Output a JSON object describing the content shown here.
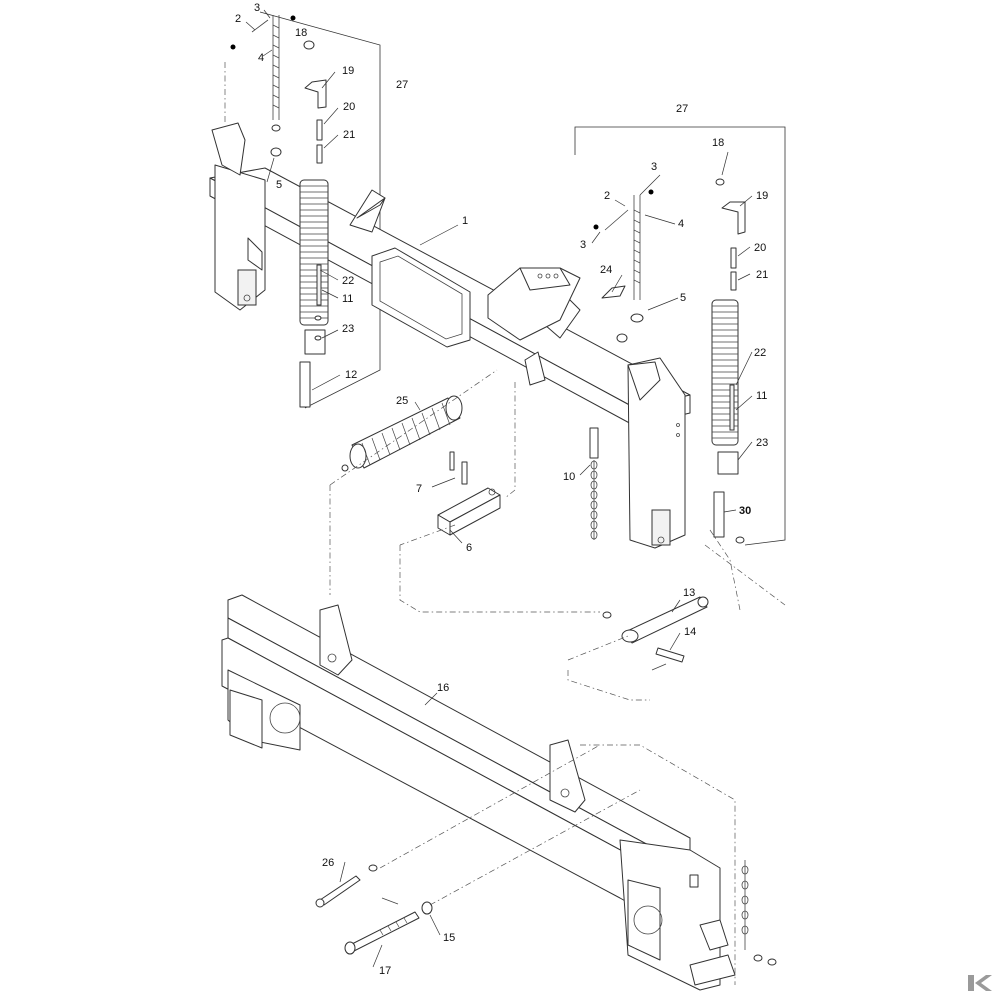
{
  "callouts": {
    "c1": "1",
    "c2a": "2",
    "c2b": "2",
    "c3a": "3",
    "c3b": "3",
    "c3c": "3",
    "c4a": "4",
    "c4b": "4",
    "c5a": "5",
    "c5b": "5",
    "c6": "6",
    "c7": "7",
    "c10": "10",
    "c11a": "11",
    "c11b": "11",
    "c12": "12",
    "c13": "13",
    "c14": "14",
    "c15": "15",
    "c16": "16",
    "c17": "17",
    "c18a": "18",
    "c18b": "18",
    "c19a": "19",
    "c19b": "19",
    "c20a": "20",
    "c20b": "20",
    "c21a": "21",
    "c21b": "21",
    "c22a": "22",
    "c22b": "22",
    "c23a": "23",
    "c23b": "23",
    "c24": "24",
    "c25": "25",
    "c26": "26",
    "c27a": "27",
    "c27b": "27",
    "c30": "30"
  },
  "colors": {
    "line": "#333333",
    "background": "#ffffff"
  },
  "icons": {
    "brand_logo": "k-logo-icon"
  }
}
